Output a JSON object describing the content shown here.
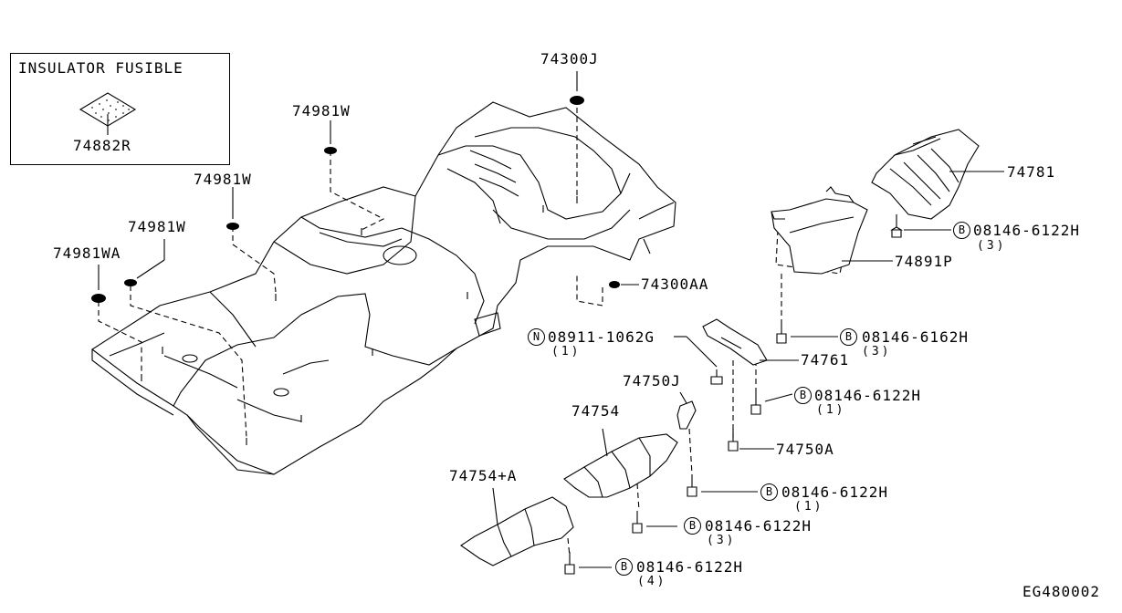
{
  "inset": {
    "title": "INSULATOR FUSIBLE",
    "part": "74882R"
  },
  "parts": {
    "p74300J": "74300J",
    "p74981W_a": "74981W",
    "p74981W_b": "74981W",
    "p74981W_c": "74981W",
    "p74981WA": "74981WA",
    "p74300AA": "74300AA",
    "p74781": "74781",
    "p74891P": "74891P",
    "p74761": "74761",
    "p74750J": "74750J",
    "p74754": "74754",
    "p74754A": "74754+A",
    "p74750A": "74750A"
  },
  "fasteners": {
    "f1": {
      "mark": "B",
      "part": "08146-6122H",
      "qty": "(3)"
    },
    "f2": {
      "mark": "B",
      "part": "08146-6162H",
      "qty": "(3)"
    },
    "f3": {
      "mark": "N",
      "part": "08911-1062G",
      "qty": "(1)"
    },
    "f4": {
      "mark": "B",
      "part": "08146-6122H",
      "qty": "(1)"
    },
    "f5": {
      "mark": "B",
      "part": "08146-6122H",
      "qty": "(1)"
    },
    "f6": {
      "mark": "B",
      "part": "08146-6122H",
      "qty": "(3)"
    },
    "f7": {
      "mark": "B",
      "part": "08146-6122H",
      "qty": "(4)"
    }
  },
  "code": "EG480002"
}
